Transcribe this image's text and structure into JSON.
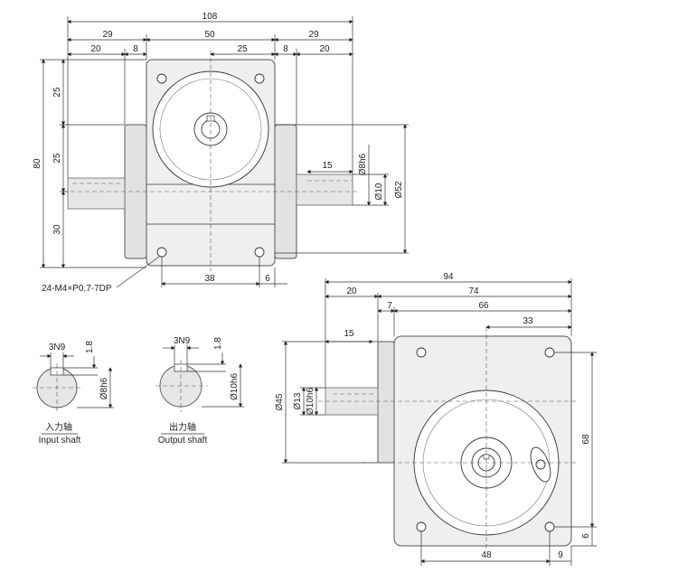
{
  "front_view": {
    "overall_width": "108",
    "left_overhang": "29",
    "body_width": "50",
    "right_overhang": "29",
    "left_shaft": "20",
    "left_boss": "8",
    "half_body": "25",
    "right_boss": "8",
    "right_shaft": "20",
    "overall_height": "80",
    "upper_height": "25",
    "mid_height": "25",
    "lower_height": "30",
    "key_length": "15",
    "shaft_dia": "Ø8h6",
    "shaft_dia2": "Ø10",
    "boss_dia": "Ø52",
    "hole_spacing": "38",
    "hole_edge": "6",
    "thread_note": "24-M4×P0.7-7DP"
  },
  "input_section": {
    "key_width": "3N9",
    "key_depth": "1.8",
    "dia": "Ø8h6",
    "label_cn": "入力轴",
    "label_en": "Input shaft"
  },
  "output_section": {
    "key_width": "3N9",
    "key_depth": "1.8",
    "dia": "Ø10h6",
    "label_cn": "出力轴",
    "label_en": "Output shaft"
  },
  "side_view": {
    "overall_width": "94",
    "shaft_length": "20",
    "body_width": "74",
    "boss": "7",
    "housing_width": "66",
    "half_width": "33",
    "key_length": "15",
    "boss_dia": "Ø45",
    "collar_dia": "Ø13",
    "shaft_dia": "Ø10h6",
    "hole_height": "68",
    "hole_edge_v": "6",
    "hole_spacing": "48",
    "hole_edge_h": "9"
  }
}
